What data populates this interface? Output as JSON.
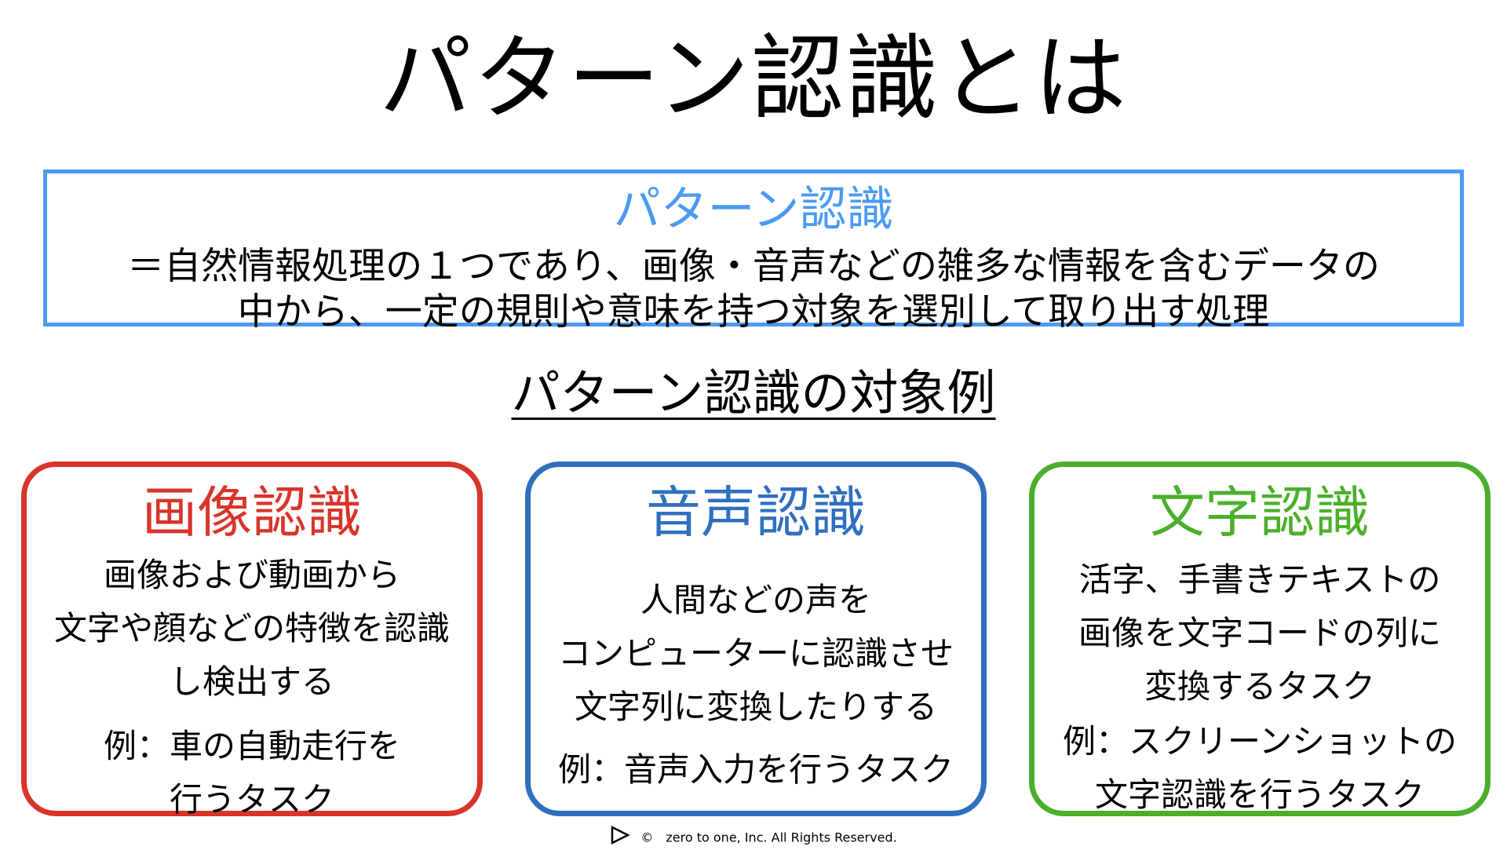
{
  "title": "パターン認識とは",
  "definition": {
    "heading": "パターン認識",
    "lines": [
      "＝自然情報処理の１つであり、画像・音声などの雑多な情報を含むデータの",
      "中から、一定の規則や意味を持つ対象を選別して取り出す処理"
    ]
  },
  "examples_heading": "パターン認識の対象例",
  "cards": [
    {
      "title": "画像認識",
      "color": "#d9342b",
      "desc": [
        "画像および動画から",
        "文字や顔などの特徴を認識",
        "し検出する"
      ],
      "example": [
        "例：車の自動走行を",
        "行うタスク"
      ]
    },
    {
      "title": "音声認識",
      "color": "#2f6fbf",
      "desc": [
        "人間などの声を",
        "コンピューターに認識させ",
        "文字列に変換したりする"
      ],
      "example": [
        "例：音声入力を行うタスク"
      ]
    },
    {
      "title": "文字認識",
      "color": "#4caf2c",
      "desc": [
        "活字、手書きテキストの",
        "画像を文字コードの列に",
        "変換するタスク"
      ],
      "example": [
        "例：スクリーンショットの",
        "文字認識を行うタスク"
      ]
    }
  ],
  "colors": {
    "definition_border": "#4a9af0",
    "definition_heading": "#4a9af0"
  },
  "footer": {
    "logo_icon": "play-triangle-icon",
    "copyright": "©　zero to one, Inc. All Rights Reserved."
  }
}
